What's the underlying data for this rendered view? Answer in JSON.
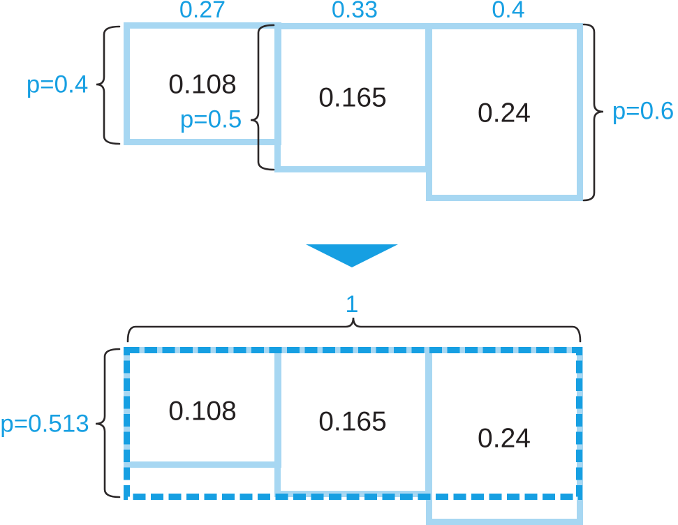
{
  "diagram": {
    "title_hint": "probability area model: three rectangles combined into one unit square strip",
    "colors": {
      "light_blue": "#A7D7F2",
      "cyan": "#169FE2",
      "ink": "#231F20"
    },
    "top": {
      "width_labels": [
        "0.27",
        "0.33",
        "0.4"
      ],
      "cell_values": [
        "0.108",
        "0.165",
        "0.24"
      ],
      "p_labels": [
        "p=0.4",
        "p=0.5",
        "p=0.6"
      ]
    },
    "bottom": {
      "total_width_label": "1",
      "p_label": "p=0.513",
      "cell_values": [
        "0.108",
        "0.165",
        "0.24"
      ]
    }
  }
}
